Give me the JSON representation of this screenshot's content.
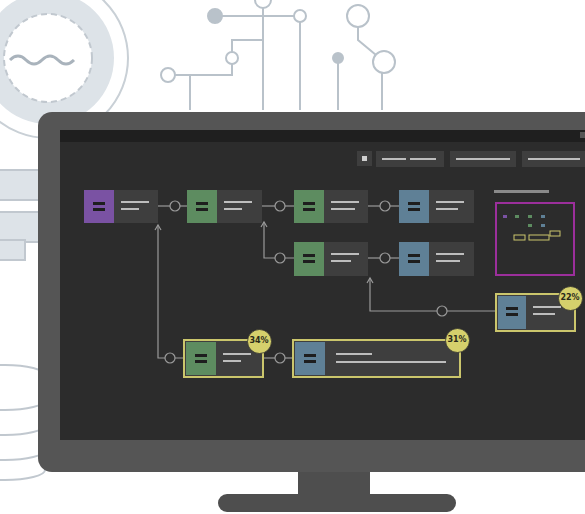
{
  "diagram": {
    "nodes": [
      {
        "text": [
          "22%"
        ]
      },
      {
        "text": [
          "34%"
        ]
      },
      {
        "text": [
          "31%"
        ]
      }
    ]
  }
}
